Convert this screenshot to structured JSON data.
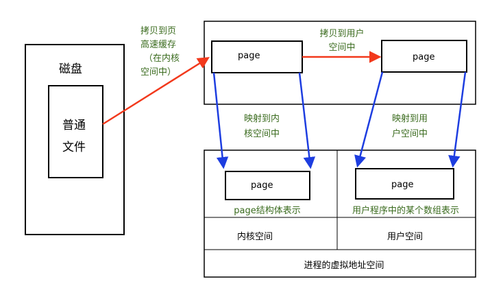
{
  "disk": {
    "title": "磁盘",
    "file_line1": "普通",
    "file_line2": "文件"
  },
  "page_cache": {
    "page1": "page",
    "page2": "page"
  },
  "annotations": {
    "copy_to_cache": [
      "拷贝到页",
      "高速缓存",
      "（在内核",
      "空间中）"
    ],
    "copy_to_user": [
      "拷贝到用户",
      "空间中"
    ],
    "map_to_kernel": [
      "映射到内",
      "核空间中"
    ],
    "map_to_user": [
      "映射到用",
      "户空间中"
    ]
  },
  "virtual_space": {
    "kernel_page": "page",
    "kernel_caption": "page结构体表示",
    "user_page": "page",
    "user_caption": "用户程序中的某个数组表示",
    "kernel_label": "内核空间",
    "user_label": "用户空间",
    "process_label": "进程的虚拟地址空间"
  },
  "colors": {
    "red_arrow": "#f2391c",
    "blue_arrow": "#1d3de0",
    "caption_green": "#3a6b1e"
  }
}
